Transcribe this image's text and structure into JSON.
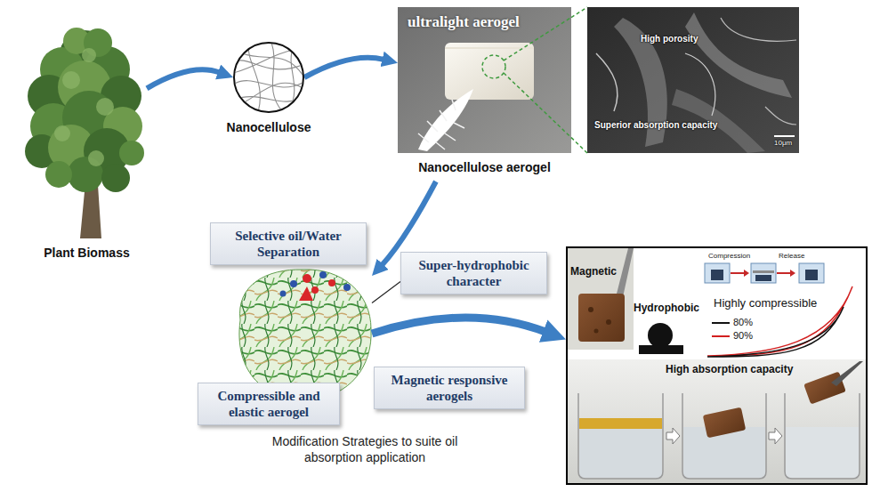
{
  "diagram": {
    "nodes": [
      {
        "text": [
          "Plant Biomass"
        ]
      },
      {
        "text": [
          "Nanocellulose"
        ]
      },
      {
        "text": [
          "ultralight aerogel",
          "Nanocellulose aerogel"
        ]
      },
      {
        "text": [
          "High porosity",
          "Superior absorption capacity",
          "10μm"
        ]
      },
      {
        "text": [
          "Selective oil/Water Separation"
        ]
      },
      {
        "text": [
          "Super-hydrophobic character"
        ]
      },
      {
        "text": [
          "Modification Strategies to suite oil absorption application"
        ]
      },
      {
        "text": [
          "Compressible and elastic aerogel"
        ]
      },
      {
        "text": [
          "Magnetic responsive aerogels"
        ]
      },
      {
        "text": [
          "Magnetic",
          "Hydrophobic",
          "Highly compressible",
          "High absorption capacity"
        ]
      }
    ],
    "edges": [
      {
        "from": 0,
        "to": 1,
        "arrow": "to"
      },
      {
        "from": 1,
        "to": 2,
        "arrow": "to"
      },
      {
        "from": 2,
        "to": 3,
        "arrow": "none"
      },
      {
        "from": 2,
        "to": 6,
        "arrow": "to"
      },
      {
        "from": 5,
        "to": 6,
        "arrow": "none"
      },
      {
        "from": 6,
        "to": 9,
        "arrow": "to"
      }
    ],
    "labels": [
      "Compression",
      "Release"
    ],
    "legend": [
      {
        "text": "80%"
      },
      {
        "text": "90%"
      }
    ]
  }
}
